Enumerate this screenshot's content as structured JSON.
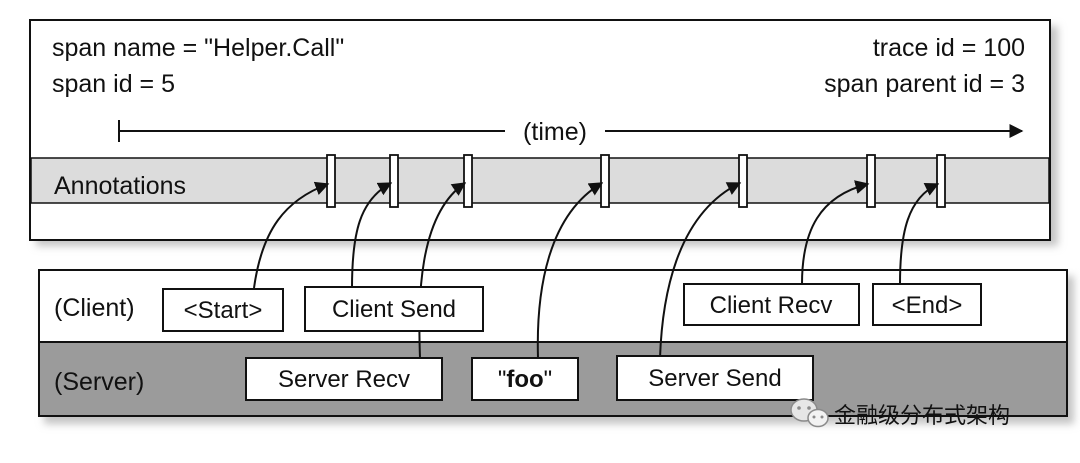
{
  "span": {
    "name_text": "span name = \"Helper.Call\"",
    "id_text": "span id = 5",
    "trace_text": "trace id = 100",
    "parent_text": "span parent id = 3"
  },
  "timeline": {
    "label": "(time)"
  },
  "annotations": {
    "row_label": "Annotations"
  },
  "client": {
    "row_label": "(Client)",
    "events": {
      "start": "<Start>",
      "client_send": "Client Send",
      "client_recv": "Client Recv",
      "end": "<End>"
    }
  },
  "server": {
    "row_label": "(Server)",
    "events": {
      "server_recv": "Server Recv",
      "foo_open": "\"",
      "foo_word": "foo",
      "foo_close": "\"",
      "server_send": "Server Send"
    }
  },
  "watermark": {
    "icon": "wechat-icon",
    "text": "金融级分布式架构"
  },
  "colors": {
    "annotation_band": "#dcdcdc",
    "server_band": "#9b9b9b",
    "box_border": "#111111",
    "shadow": "#bdbdbd"
  }
}
